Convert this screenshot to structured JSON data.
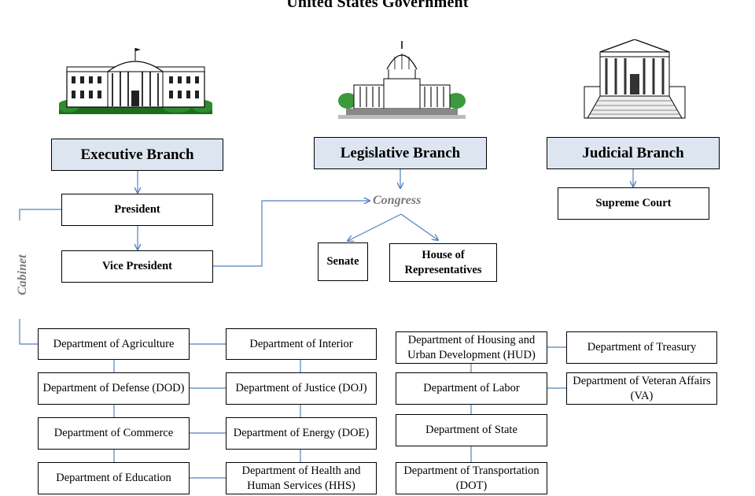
{
  "title": "United States Government",
  "branches": {
    "executive": "Executive Branch",
    "legislative": "Legislative Branch",
    "judicial": "Judicial Branch"
  },
  "executive": {
    "president": "President",
    "vice_president": "Vice President"
  },
  "legislative": {
    "congress": "Congress",
    "senate": "Senate",
    "house": "House of Representatives"
  },
  "judicial": {
    "supreme_court": "Supreme Court"
  },
  "cabinet_label": "Cabinet",
  "departments": {
    "agriculture": "Department of Agriculture",
    "interior": "Department of Interior",
    "defense": "Department of Defense (DOD)",
    "justice": "Department of Justice (DOJ)",
    "commerce": "Department of Commerce",
    "energy": "Department of Energy (DOE)",
    "education": "Department of Education",
    "hhs": "Department of Health and Human Services (HHS)",
    "hud": "Department of Housing and Urban Development (HUD)",
    "treasury": "Department of Treasury",
    "labor": "Department of Labor",
    "va": "Department of Veteran Affairs (VA)",
    "state": "Department of State",
    "transportation": "Department of Transportation (DOT)"
  },
  "colors": {
    "branch_fill": "#dde6f0",
    "connector": "#4f81bd",
    "label_gray": "#7a7a7a"
  }
}
